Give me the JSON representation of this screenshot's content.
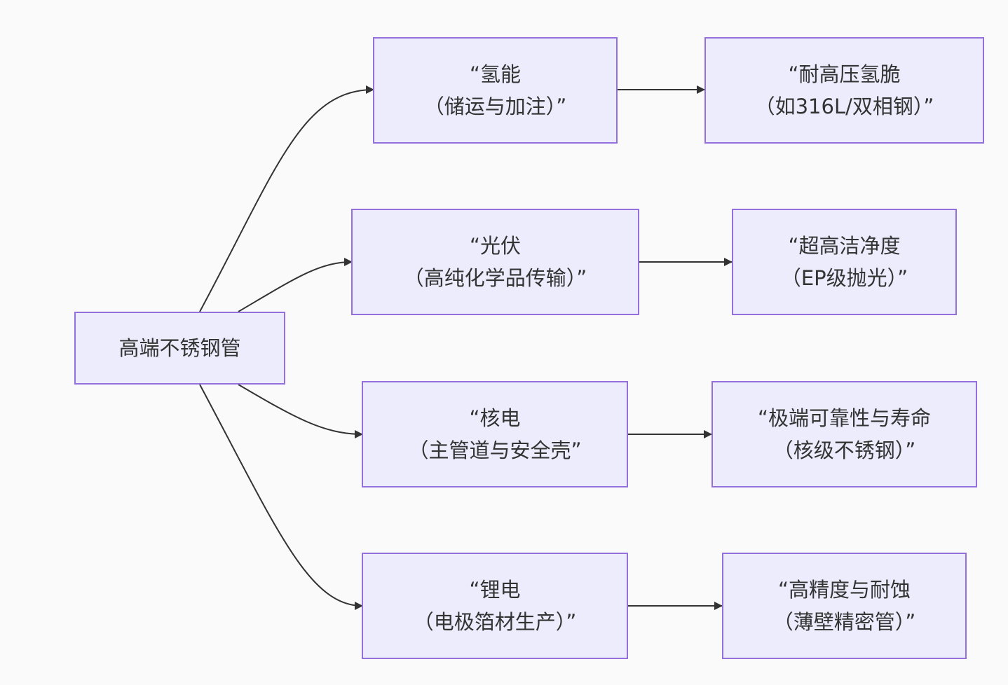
{
  "diagram": {
    "type": "flowchart",
    "direction": "left-to-right",
    "colors": {
      "node_fill": "#ececfd",
      "node_border": "#9370db",
      "text": "#333333",
      "edge": "#333333",
      "background": "#fafafa"
    },
    "root": {
      "id": "root",
      "lines": [
        "高端不锈钢管"
      ]
    },
    "applications": [
      {
        "id": "app_hydrogen",
        "lines": [
          "“氢能",
          "（储运与加注）”"
        ]
      },
      {
        "id": "app_pv",
        "lines": [
          "“光伏",
          "（高纯化学品传输）”"
        ]
      },
      {
        "id": "app_nuclear",
        "lines": [
          "“核电",
          "（主管道与安全壳”"
        ]
      },
      {
        "id": "app_lithium",
        "lines": [
          "“锂电",
          "（电极箔材生产）”"
        ]
      }
    ],
    "requirements": [
      {
        "id": "req_hydrogen",
        "lines": [
          "“耐高压氢脆",
          "（如316L/双相钢）”"
        ]
      },
      {
        "id": "req_pv",
        "lines": [
          "“超高洁净度",
          "（EP级抛光）”"
        ]
      },
      {
        "id": "req_nuclear",
        "lines": [
          "“极端可靠性与寿命",
          "（核级不锈钢）”"
        ]
      },
      {
        "id": "req_lithium",
        "lines": [
          "“高精度与耐蚀",
          "（薄壁精密管）”"
        ]
      }
    ],
    "edges": [
      {
        "from": "root",
        "to": "app_hydrogen"
      },
      {
        "from": "root",
        "to": "app_pv"
      },
      {
        "from": "root",
        "to": "app_nuclear"
      },
      {
        "from": "root",
        "to": "app_lithium"
      },
      {
        "from": "app_hydrogen",
        "to": "req_hydrogen"
      },
      {
        "from": "app_pv",
        "to": "req_pv"
      },
      {
        "from": "app_nuclear",
        "to": "req_nuclear"
      },
      {
        "from": "app_lithium",
        "to": "req_lithium"
      }
    ]
  }
}
